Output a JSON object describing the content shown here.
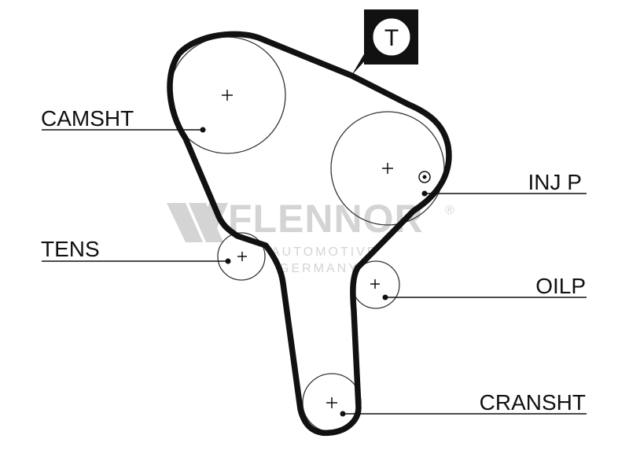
{
  "labels": {
    "camshaft": "CAMSHT",
    "injection_pump": "INJ P",
    "tensioner": "TENS",
    "oil_pump": "OILP",
    "crankshaft": "CRANSHT"
  },
  "belt_marker": "T",
  "watermark": {
    "brand": "FLENNOR",
    "registered": "®",
    "line1": "AUTOMOTIVE",
    "line2": "GERMANY"
  },
  "colors": {
    "belt": "#111111",
    "pulley": "#333333",
    "watermark": "#d4d4d4"
  }
}
